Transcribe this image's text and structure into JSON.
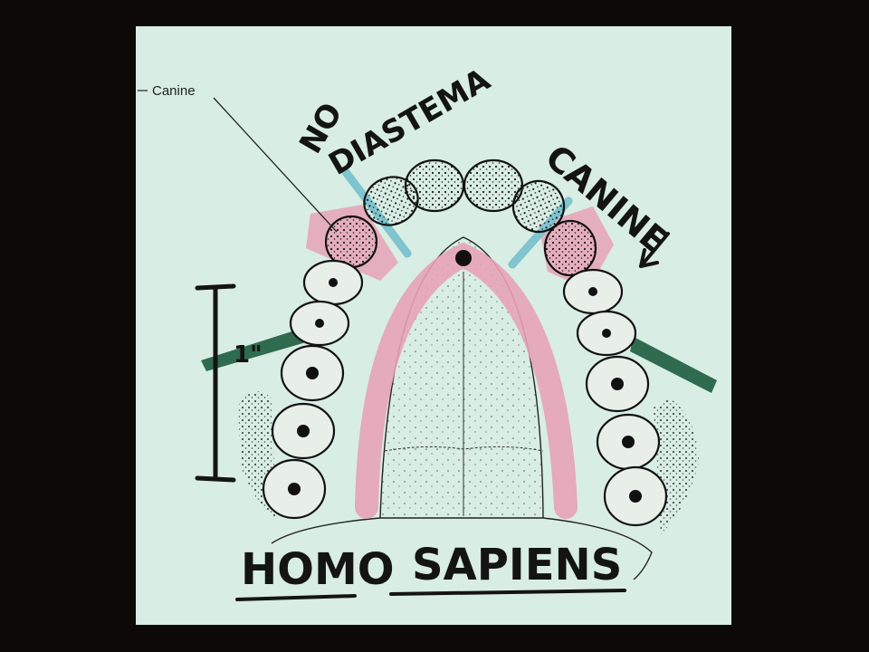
{
  "printed_label": "Canine",
  "annotations": {
    "no_diastema_line1": "NO",
    "no_diastema_line2": "DIASTEMA",
    "canine_handwritten": "CANINE",
    "scale_label": "1\"",
    "title_word1": "HOMO",
    "title_word2": "SAPIENS"
  },
  "colors": {
    "background": "#0c0907",
    "slide": "#d8ede3",
    "pink_highlight": "#e7a2b6",
    "blue_highlight": "#7fc4cf",
    "green_highlight": "#2f6b4f",
    "ink": "#141414"
  }
}
